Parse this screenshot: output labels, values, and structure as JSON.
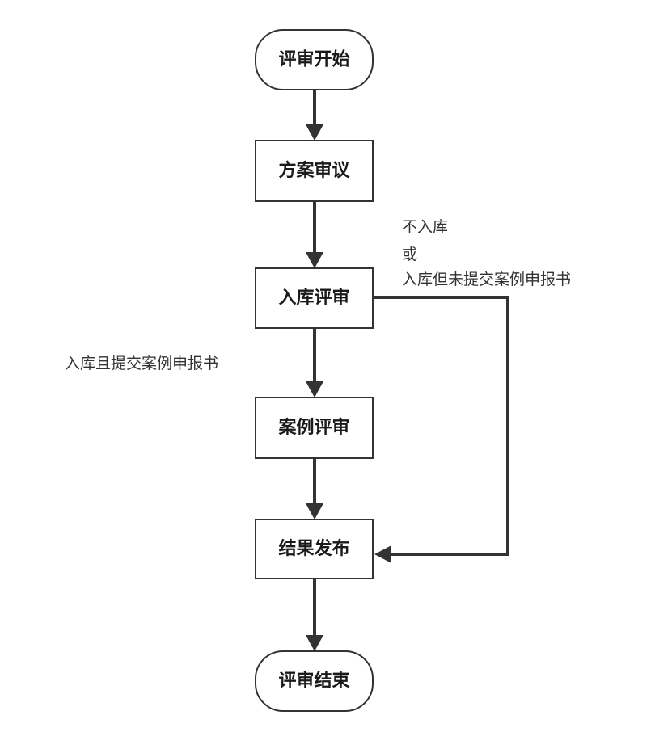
{
  "nodes": {
    "start": "评审开始",
    "plan_review": "方案审议",
    "storage_review": "入库评审",
    "case_review": "案例评审",
    "publish": "结果发布",
    "end": "评审结束"
  },
  "edges": {
    "to_case_review_label": "入库且提交案例申报书",
    "bypass_label_line1": "不入库",
    "bypass_label_line2": "或",
    "bypass_label_line3": "入库但未提交案例申报书"
  },
  "colors": {
    "stroke": "#333333",
    "text": "#1a1a1a",
    "background": "#ffffff"
  }
}
